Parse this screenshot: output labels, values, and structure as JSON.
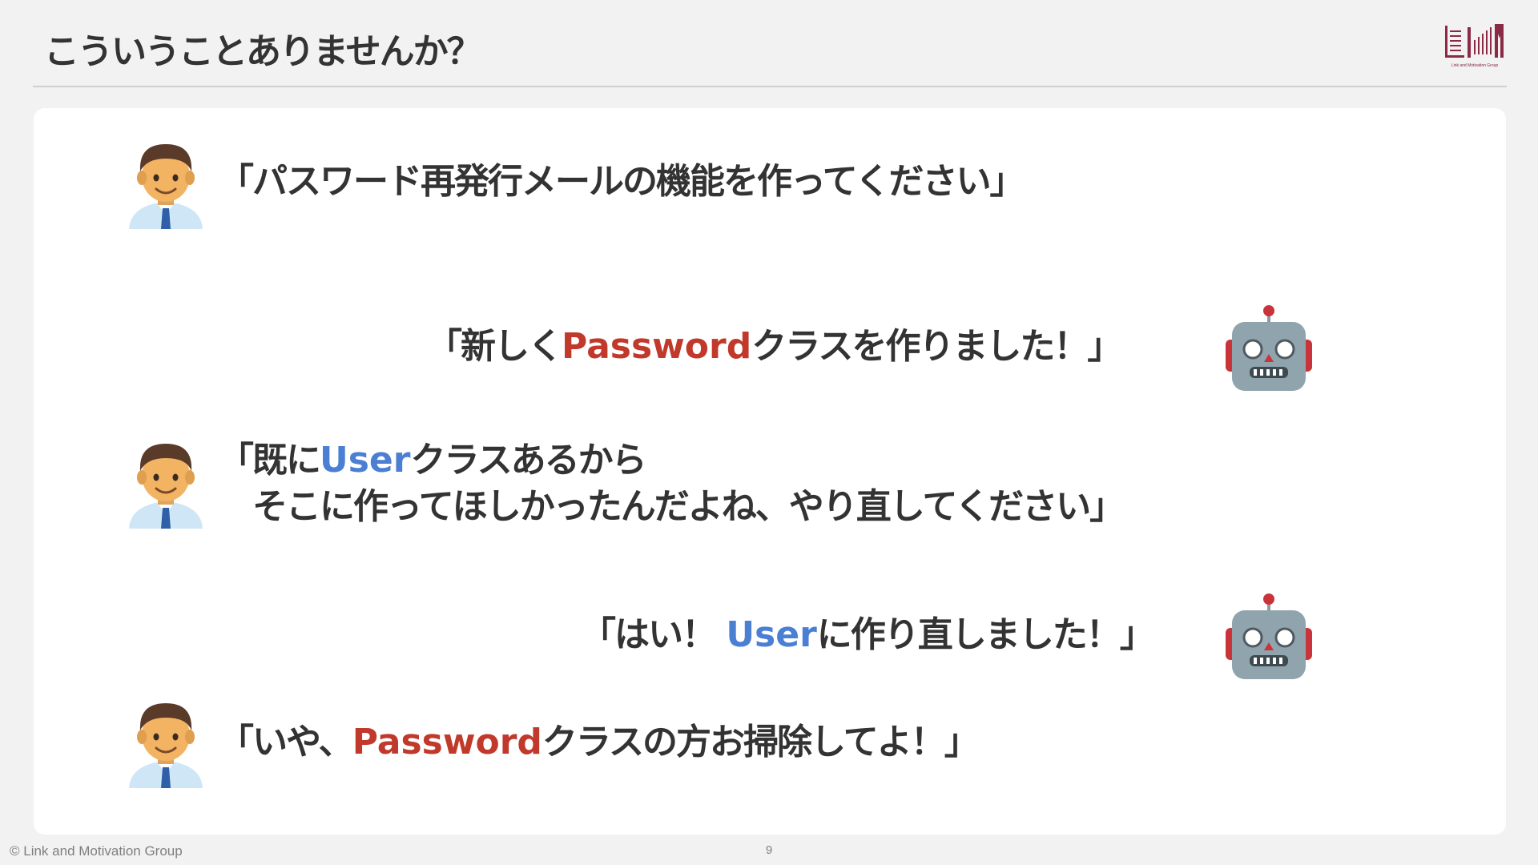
{
  "slide": {
    "title": "こういうことありませんか？",
    "page_number": "9",
    "copyright": "© Link and Motivation Group",
    "logo_caption": "Link and Motivation Group"
  },
  "colors": {
    "accent_red": "#c0392b",
    "accent_blue": "#4a7fd4",
    "text": "#333333"
  },
  "icons": {
    "person": "man-office-worker-icon",
    "robot": "robot-icon"
  },
  "dialogue": [
    {
      "speaker": "person",
      "line": "「パスワード再発行メールの機能を作ってください」"
    },
    {
      "speaker": "robot",
      "pre": "「新しく",
      "keyword": "Password",
      "post": "クラスを作りました！」"
    },
    {
      "speaker": "person",
      "pre": "「既に",
      "keyword": "User",
      "post": "クラスあるから",
      "line2": "そこに作ってほしかったんだよね、やり直してください」"
    },
    {
      "speaker": "robot",
      "pre": "「はい！ ",
      "keyword": "User",
      "post": "に作り直しました！」"
    },
    {
      "speaker": "person",
      "pre": "「いや、",
      "keyword": "Password",
      "post": "クラスの方お掃除してよ！」"
    }
  ]
}
